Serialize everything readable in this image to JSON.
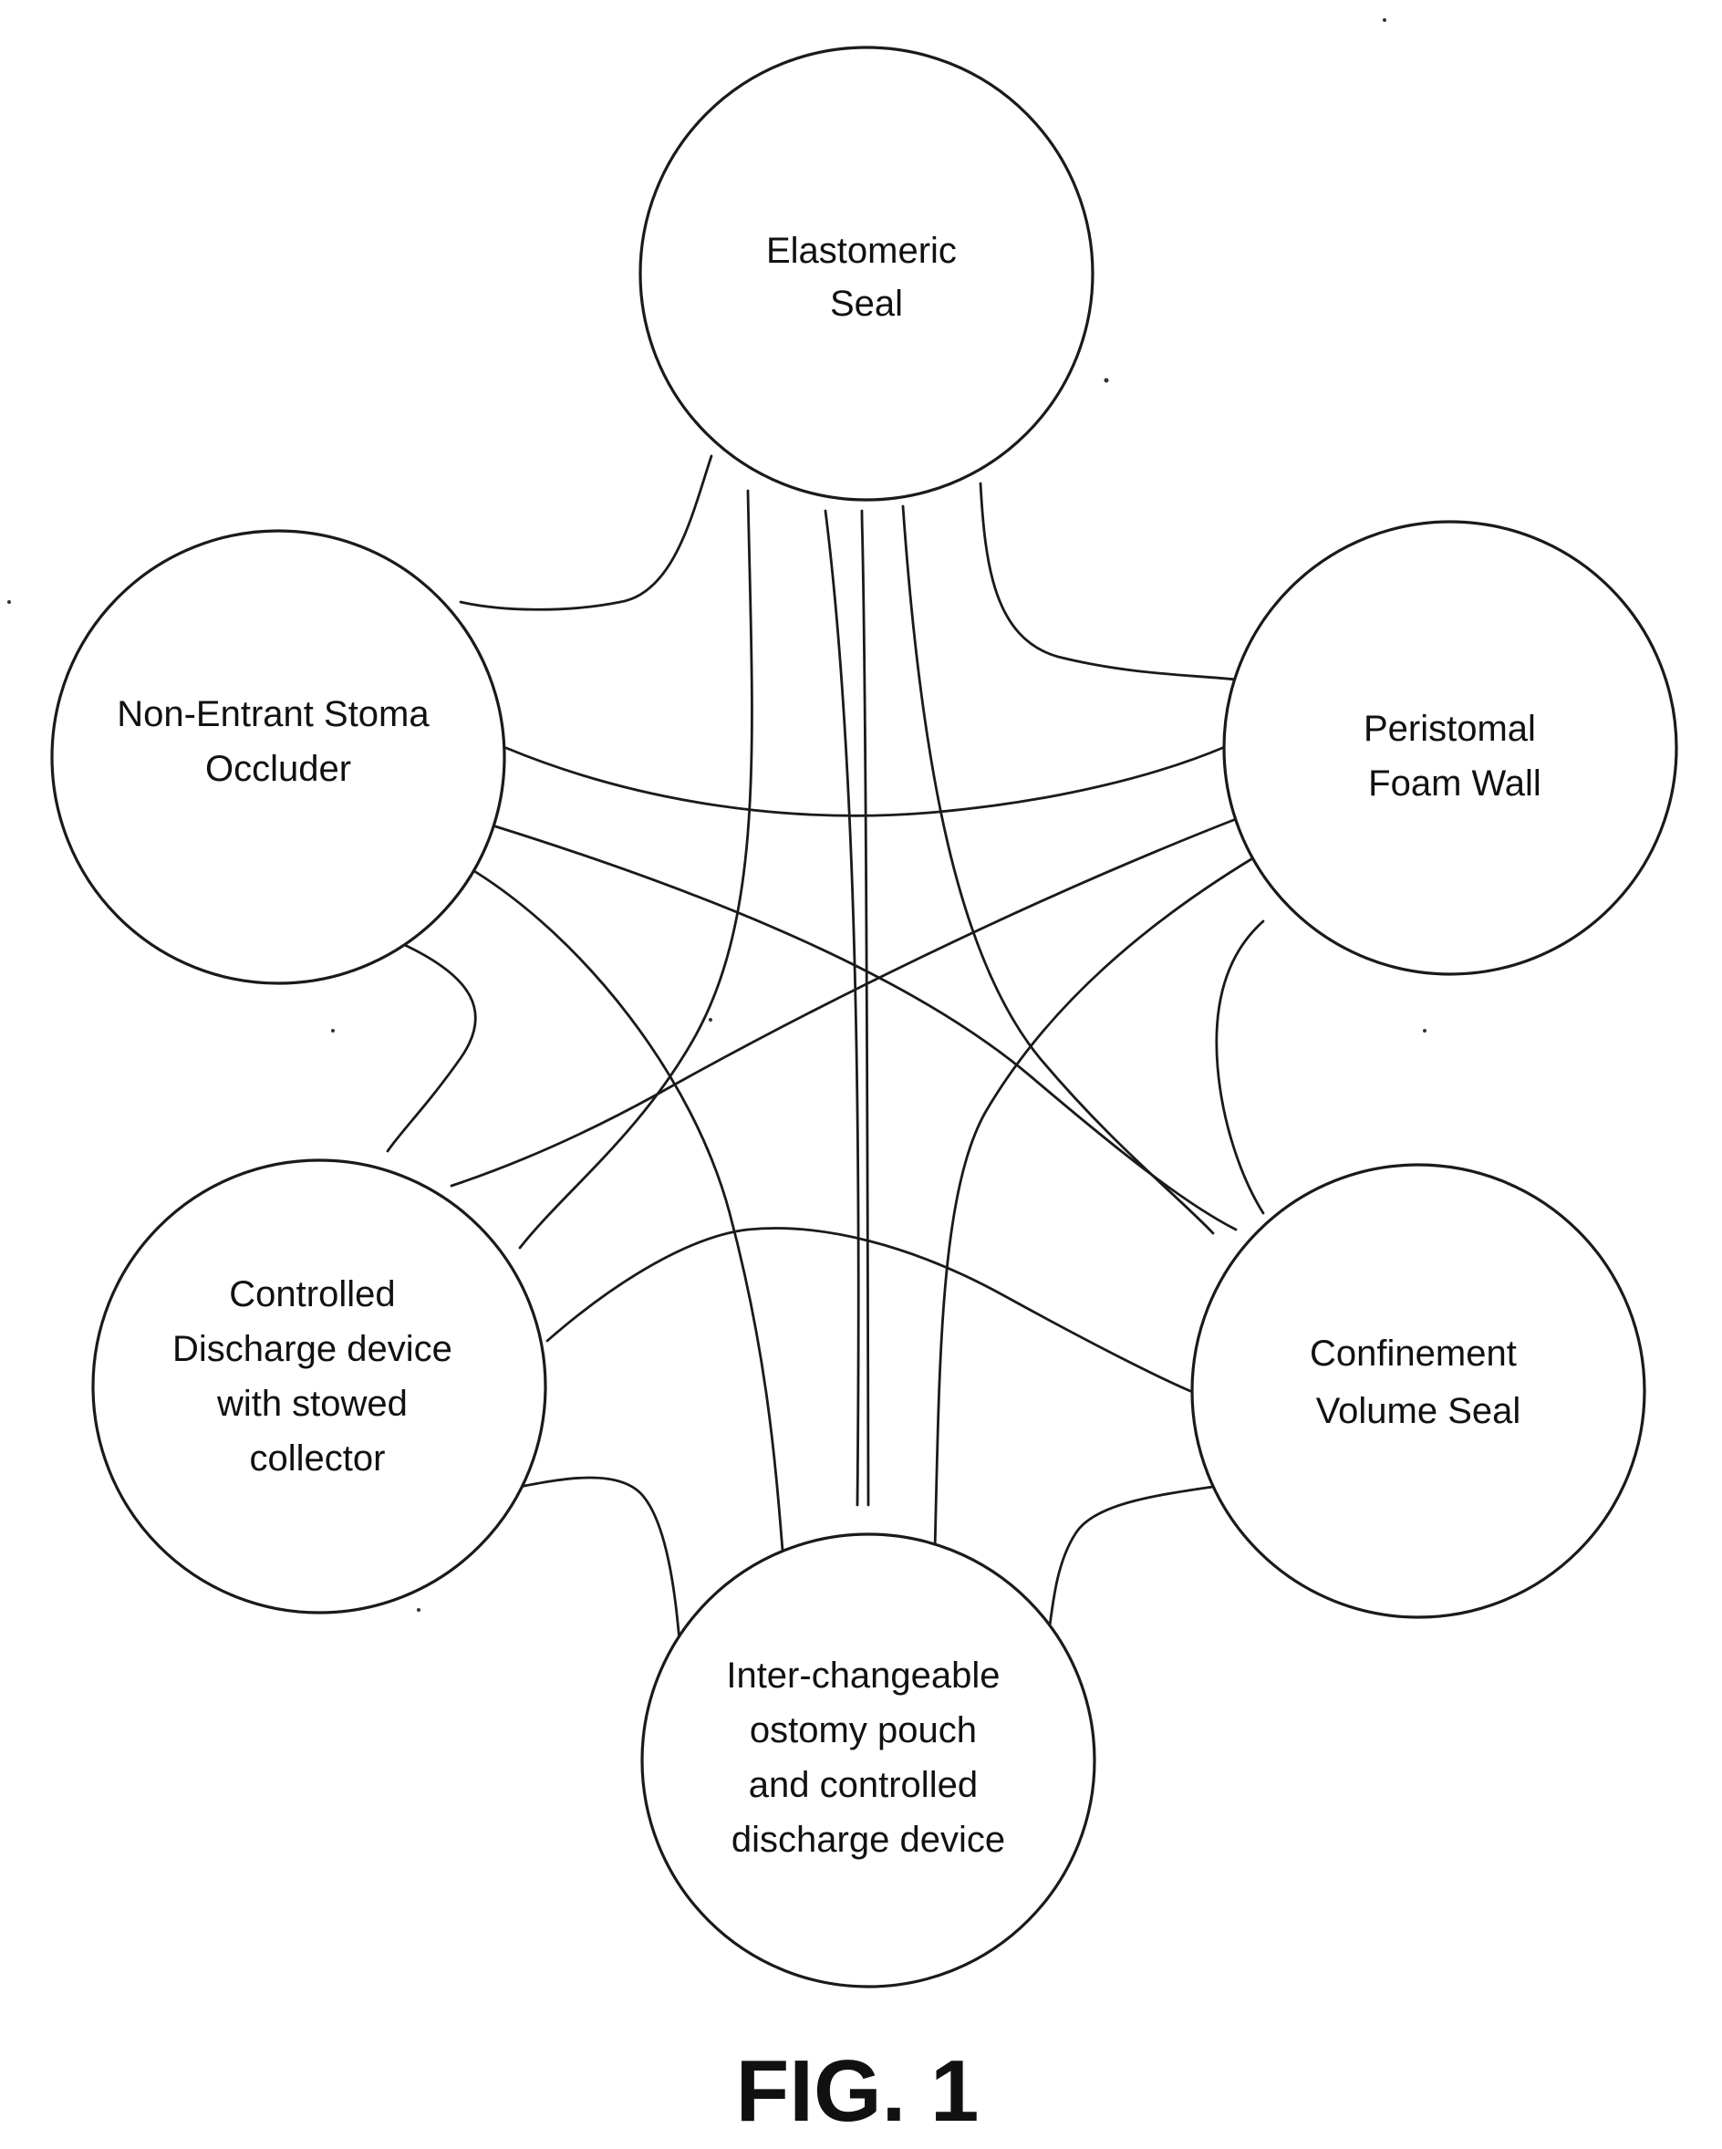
{
  "nodes": {
    "elastomeric_seal": [
      "Elastomeric",
      "Seal"
    ],
    "non_entrant_stoma_occluder": [
      "Non-Entrant Stoma",
      "Occluder"
    ],
    "peristomal_foam_wall": [
      "Peristomal",
      "Foam Wall"
    ],
    "controlled_discharge_device": [
      "Controlled",
      "Discharge device",
      "with stowed",
      "collector"
    ],
    "confinement_volume_seal": [
      "Confinement",
      "Volume Seal"
    ],
    "interchangeable_ostomy_pouch": [
      "Inter-changeable",
      "ostomy pouch",
      "and controlled",
      "discharge device"
    ]
  },
  "caption": "FIG. 1",
  "colors": {
    "line": "#1a1a1a",
    "background": "#ffffff"
  }
}
